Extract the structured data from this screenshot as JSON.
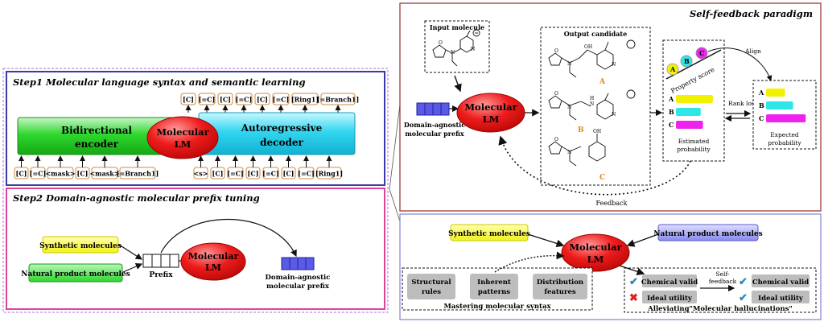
{
  "step1": {
    "title": "Step1 Molecular language syntax and semantic learning",
    "encoder_label_1": "Bidirectional",
    "encoder_label_2": "encoder",
    "decoder_label_1": "Autoregressive",
    "decoder_label_2": "decoder",
    "lm_1": "Molecular",
    "lm_2": "LM",
    "top_tokens": [
      "[C]",
      "[=C]",
      "[C]",
      "[=C]",
      "[C]",
      "[=C]",
      "[Ring1]",
      "[=Branch1]"
    ],
    "enc_tokens": [
      "[C]",
      "[=C]",
      "<mask>",
      "[C]",
      "<mask>",
      "[=Branch1]"
    ],
    "dec_tokens": [
      "<s>",
      "[C]",
      "[=C]",
      "[C]",
      "[=C]",
      "[C]",
      "[=C]",
      "[Ring1]"
    ]
  },
  "step2": {
    "title": "Step2 Domain-agnostic molecular prefix tuning",
    "synthetic": "Synthetic molecules",
    "natural": "Natural product molecules",
    "prefix": "Prefix",
    "lm_1": "Molecular",
    "lm_2": "LM",
    "out_1": "Domain-agnostic",
    "out_2": "molecular prefix"
  },
  "feedback": {
    "title": "Self-feedback paradigm",
    "input_molecule": "Input molecule",
    "output_candidate": "Output candidate",
    "prefix_1": "Domain-agnostic",
    "prefix_2": "molecular prefix",
    "lm_1": "Molecular",
    "lm_2": "LM",
    "cand": [
      "A",
      "B",
      "C"
    ],
    "property_score": "Property score",
    "align": "Align",
    "rank_loss": "Rank loss",
    "estimated_1": "Estimated",
    "estimated_2": "probability",
    "expected_1": "Expected",
    "expected_2": "probability",
    "feedback_label": "Feedback",
    "colors": {
      "A": "#f2f200",
      "B": "#2ee6e6",
      "C": "#ee22ee"
    },
    "estimated_probs": [
      0.82,
      0.55,
      0.6
    ],
    "expected_probs": [
      0.42,
      0.6,
      0.88
    ]
  },
  "bottom": {
    "synthetic": "Synthetic molecules",
    "natural": "Natural product molecules",
    "lm_1": "Molecular",
    "lm_2": "LM",
    "rules": [
      {
        "l1": "Structural",
        "l2": "rules"
      },
      {
        "l1": "Inherent",
        "l2": "patterns"
      },
      {
        "l1": "Distribution",
        "l2": "features"
      }
    ],
    "mastering": "Mastering molecular syntax",
    "chem_valid": "Chemical valid",
    "ideal_utility": "Ideal utility",
    "self_1": "Self-",
    "self_2": "feedback",
    "alleviating": "Alleviating\"Molecular hallucinations\""
  }
}
